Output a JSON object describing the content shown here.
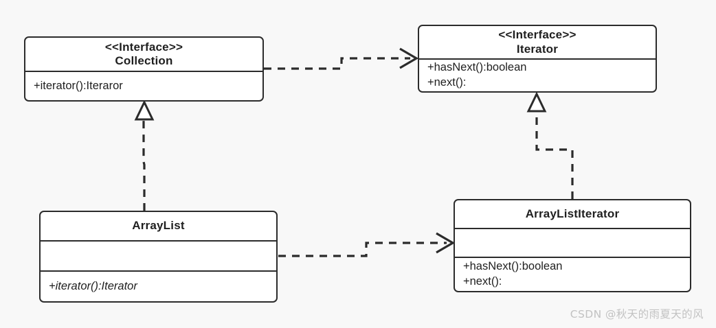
{
  "diagram": {
    "type": "uml-class-diagram",
    "background_color": "#f8f8f8",
    "line_color": "#2b2b2b",
    "box_fill": "#ffffff",
    "classes": [
      {
        "id": "collection",
        "stereotype": "<<Interface>>",
        "name": "Collection",
        "attributes": [],
        "methods": [
          "+iterator():Iteraror"
        ]
      },
      {
        "id": "iterator",
        "stereotype": "<<Interface>>",
        "name": "Iterator",
        "attributes": [],
        "methods": [
          "+hasNext():boolean",
          "+next():"
        ]
      },
      {
        "id": "arraylist",
        "stereotype": "",
        "name": "ArrayList",
        "attributes": [],
        "methods": [
          "+iterator():Iterator"
        ]
      },
      {
        "id": "arraylistiterator",
        "stereotype": "",
        "name": "ArrayListIterator",
        "attributes": [],
        "methods": [
          "+hasNext():boolean",
          "+next():"
        ]
      }
    ],
    "relationships": [
      {
        "id": "collection-depends-iterator",
        "kind": "dependency",
        "line_style": "dashed",
        "arrow_head": "open-arrow",
        "from": "Collection",
        "to": "Iterator",
        "label": ""
      },
      {
        "id": "arraylist-realizes-collection",
        "kind": "realization",
        "line_style": "dashed",
        "arrow_head": "hollow-triangle",
        "from": "ArrayList",
        "to": "Collection",
        "label": ""
      },
      {
        "id": "arraylist-depends-arraylistiterator",
        "kind": "dependency",
        "line_style": "dashed",
        "arrow_head": "open-arrow",
        "from": "ArrayList",
        "to": "ArrayListIterator",
        "label": ""
      },
      {
        "id": "arraylistiterator-realizes-iterator",
        "kind": "realization",
        "line_style": "dashed",
        "arrow_head": "hollow-triangle",
        "from": "ArrayListIterator",
        "to": "Iterator",
        "label": ""
      }
    ]
  },
  "watermark": {
    "text": "CSDN @秋天的雨夏天的风"
  }
}
